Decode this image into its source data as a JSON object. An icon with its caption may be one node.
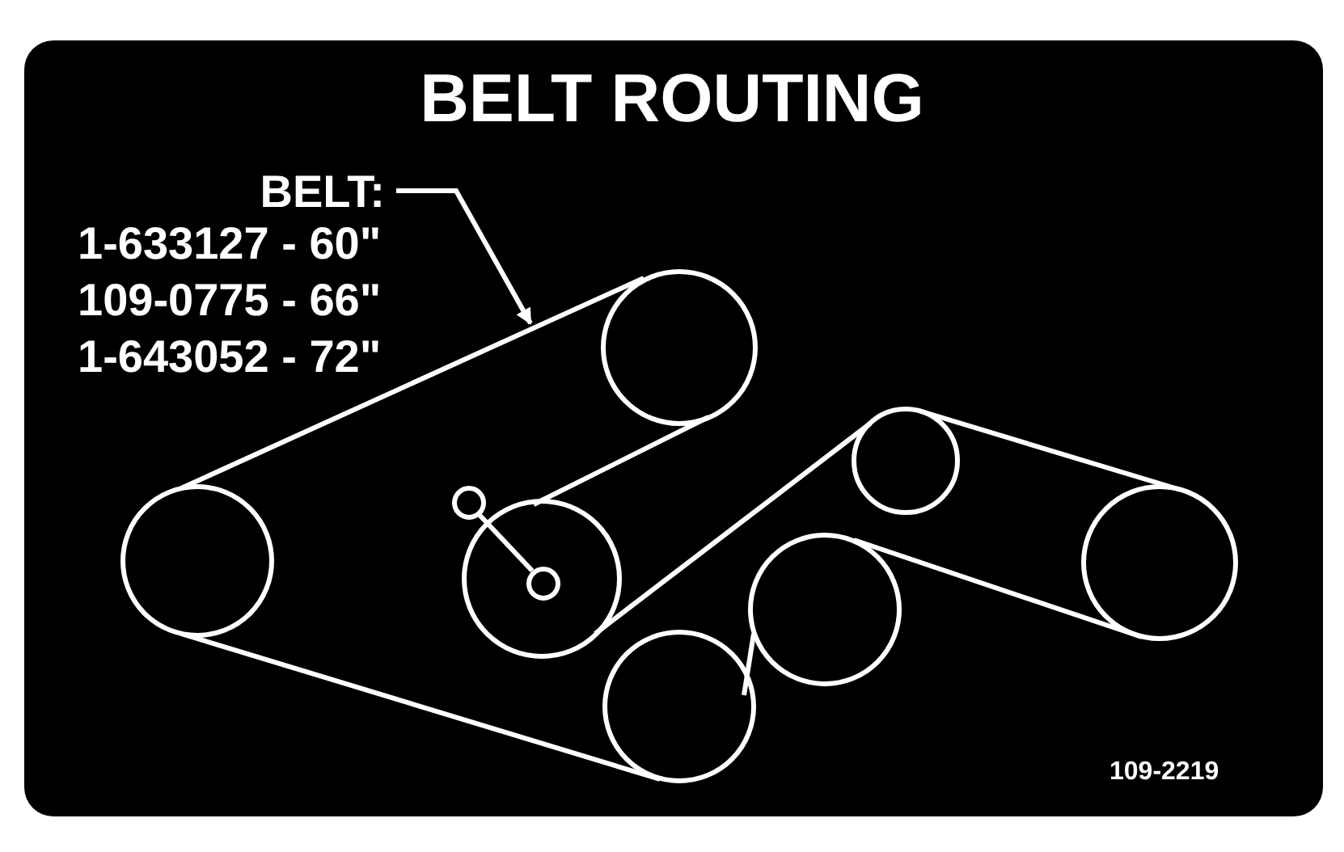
{
  "diagram": {
    "title": "BELT ROUTING",
    "nodes": [
      {
        "text": [
          "BELT:"
        ]
      },
      {
        "text": [],
        "shape": "belt"
      }
    ],
    "edges": [
      {
        "from": 0,
        "to": 1,
        "arrow": "to"
      }
    ],
    "labels": [
      "1-633127 - 60\"",
      "109-0775 - 66\"",
      "1-643052 - 72\"",
      "109-2219"
    ]
  }
}
